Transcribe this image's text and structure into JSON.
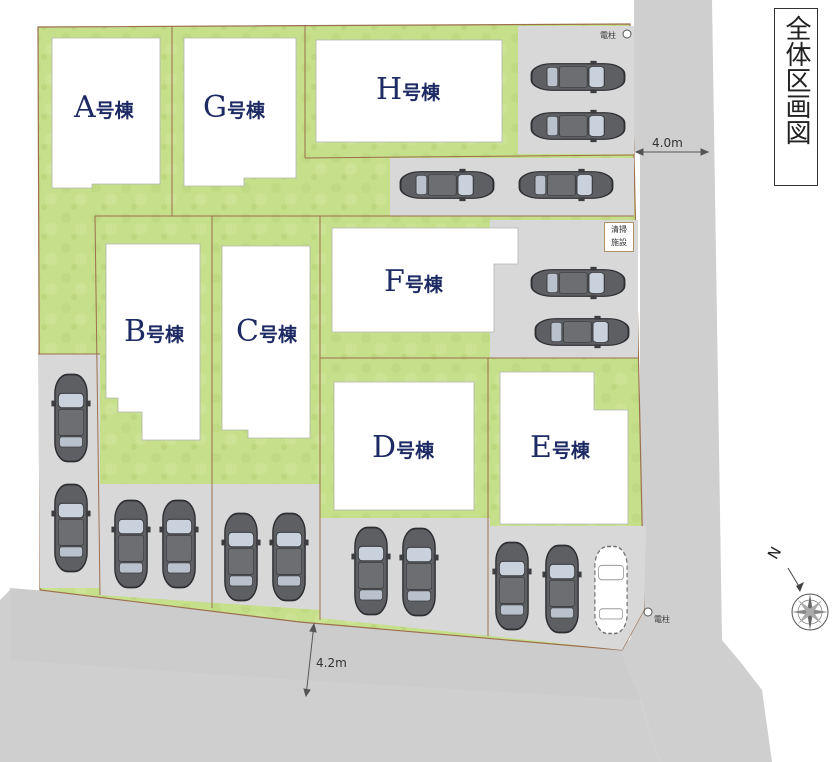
{
  "title": "全体区画図",
  "lots": [
    {
      "id": "A",
      "label": "A",
      "suffix": "号棟"
    },
    {
      "id": "G",
      "label": "G",
      "suffix": "号棟"
    },
    {
      "id": "H",
      "label": "H",
      "suffix": "号棟"
    },
    {
      "id": "B",
      "label": "B",
      "suffix": "号棟"
    },
    {
      "id": "C",
      "label": "C",
      "suffix": "号棟"
    },
    {
      "id": "F",
      "label": "F",
      "suffix": "号棟"
    },
    {
      "id": "D",
      "label": "D",
      "suffix": "号棟"
    },
    {
      "id": "E",
      "label": "E",
      "suffix": "号棟"
    }
  ],
  "roads": {
    "east_width": "4.0m",
    "south_width": "4.2m"
  },
  "poles": {
    "top": "電柱",
    "bottom": "電柱"
  },
  "facility": {
    "line1": "清掃",
    "line2": "施設"
  },
  "compass": {
    "north": "N"
  },
  "colors": {
    "lawn": "#c5df8a",
    "paving": "#d6d6d6",
    "road": "#cfcfcf",
    "building": "#ffffff",
    "label": "#1d2a63",
    "boundary": "#9c6f4e"
  }
}
